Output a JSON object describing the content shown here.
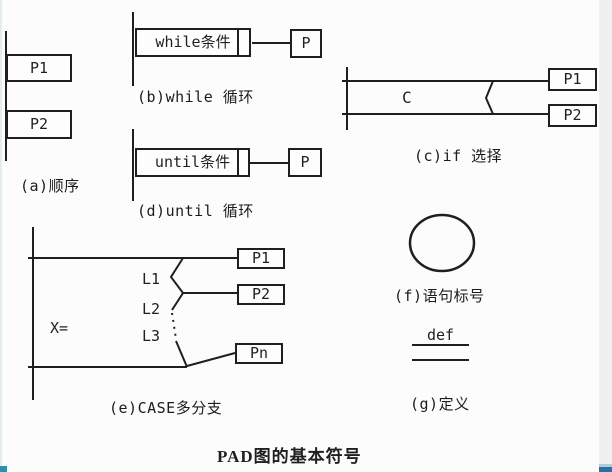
{
  "title": "PAD图的基本符号",
  "colors": {
    "line": "#1f1f1f",
    "background": "#fcfcfc",
    "right_strip": "#f0f0f0",
    "bottom_right_bar": "#2a6fa8",
    "bottom_left_corner": "#2f8fae"
  },
  "sections": {
    "a": {
      "caption": "(a)顺序",
      "boxes": [
        "P1",
        "P2"
      ]
    },
    "b": {
      "caption": "(b)while 循环",
      "condition": "while条件",
      "process": "P"
    },
    "c": {
      "caption": "(c)if 选择",
      "condition": "C",
      "branches": [
        "P1",
        "P2"
      ]
    },
    "d": {
      "caption": "(d)until 循环",
      "condition": "until条件",
      "process": "P"
    },
    "e": {
      "caption": "(e)CASE多分支",
      "selector": "X=",
      "case_labels": [
        "L1",
        "L2",
        "L3"
      ],
      "branches": [
        "P1",
        "P2",
        "Pn"
      ]
    },
    "f": {
      "caption": "(f)语句标号"
    },
    "g": {
      "caption": "(g)定义",
      "def_label": "def"
    }
  }
}
